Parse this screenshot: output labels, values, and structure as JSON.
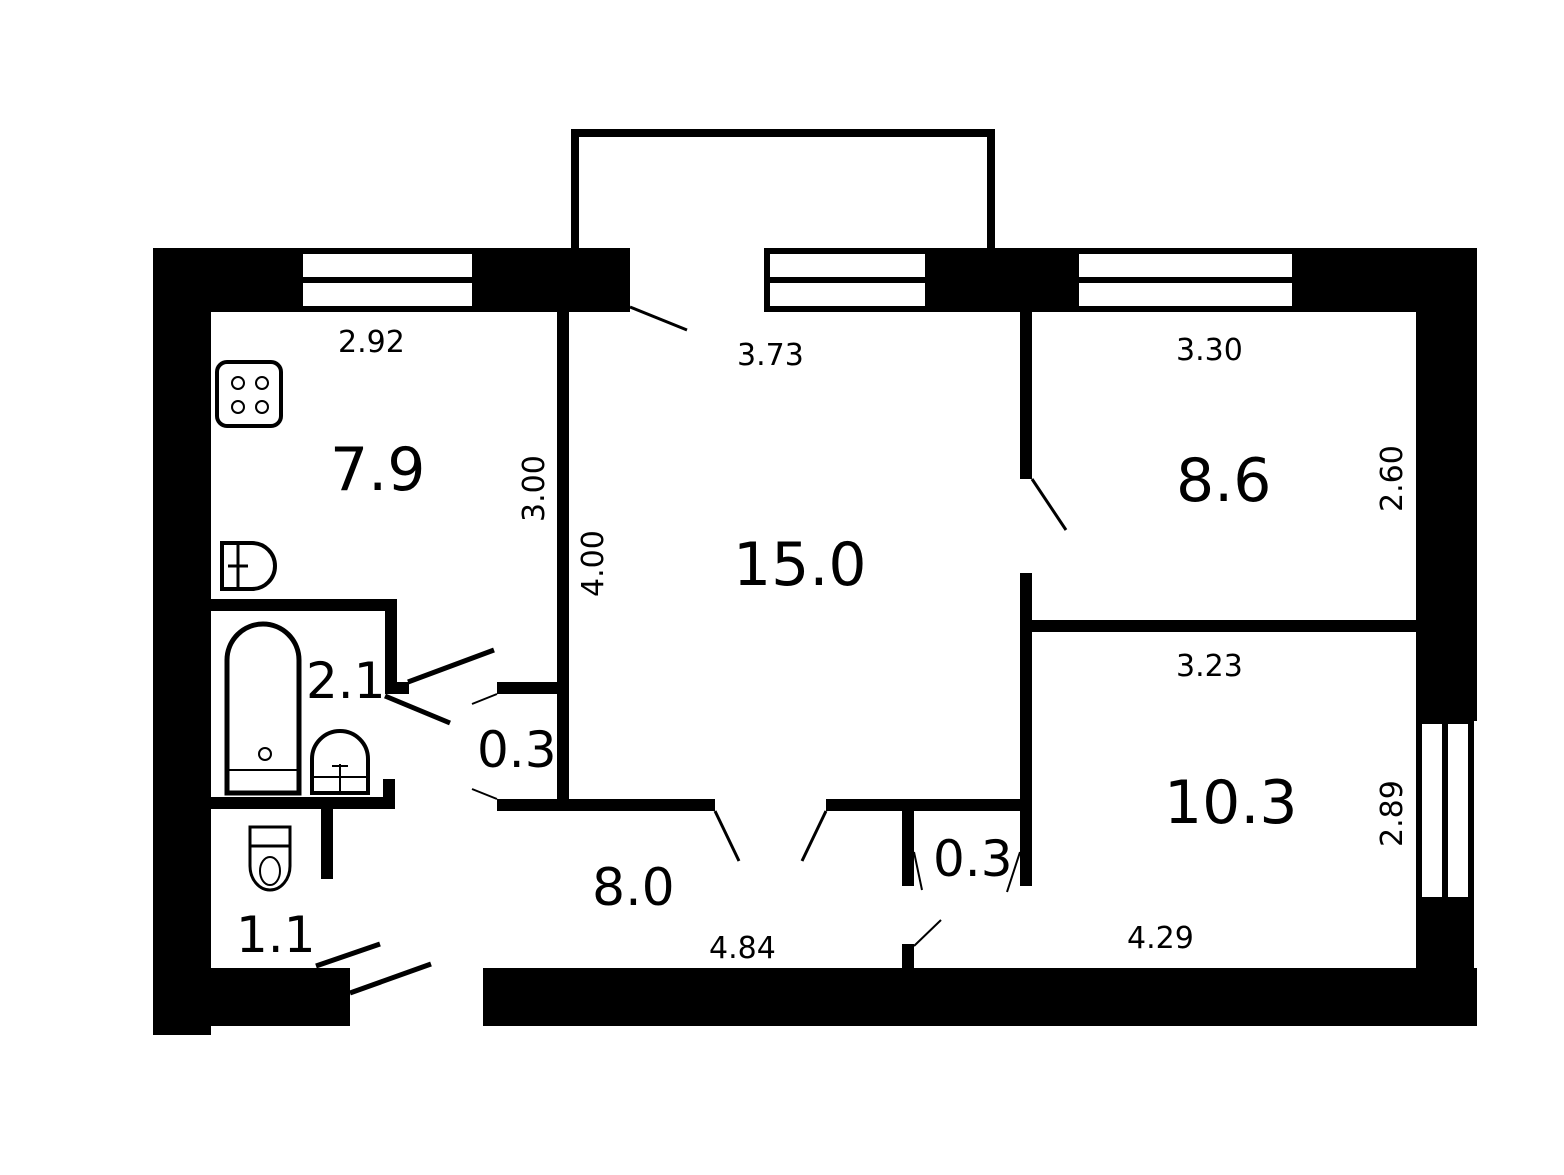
{
  "rooms": {
    "kitchen": {
      "area": "7.9",
      "length": "2.92",
      "width": "3.00"
    },
    "living": {
      "area": "15.0",
      "length": "3.73",
      "width": "4.00"
    },
    "bedroom_1": {
      "area": "8.6",
      "length": "3.30",
      "width": "2.60"
    },
    "bedroom_2": {
      "area": "10.3",
      "length": "3.23",
      "width": "2.89"
    },
    "bathroom": {
      "area": "2.1"
    },
    "closet_1": {
      "area": "0.3"
    },
    "closet_2": {
      "area": "0.3"
    },
    "toilet": {
      "area": "1.1"
    },
    "hallway": {
      "area": "8.0",
      "length": "4.84"
    },
    "corridor": {
      "length": "4.29"
    }
  },
  "colors": {
    "wall": "#000000",
    "background": "#ffffff"
  }
}
